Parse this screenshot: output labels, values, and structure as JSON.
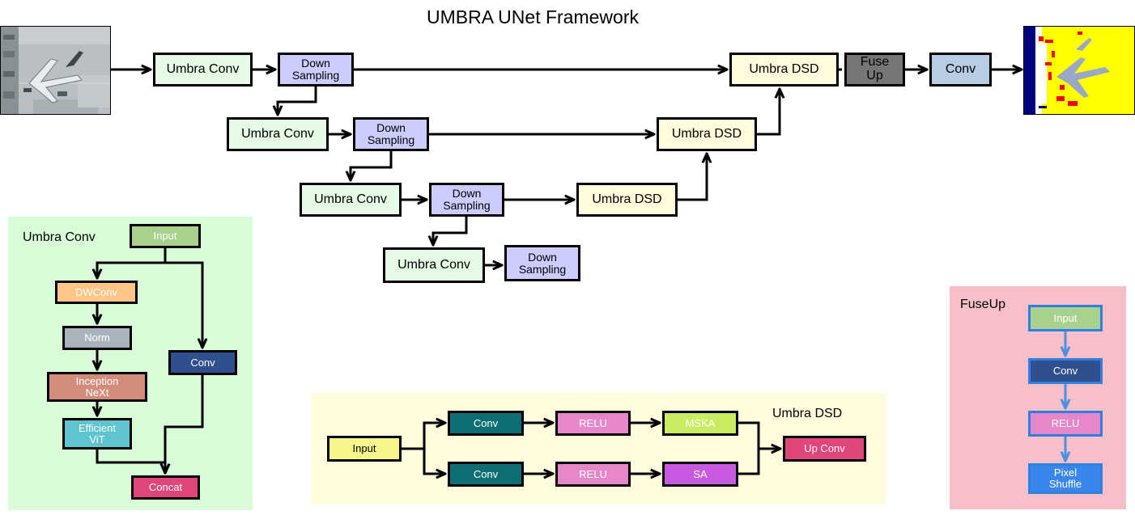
{
  "title": "UMBRA UNet Framework",
  "main": {
    "umbra_conv": "Umbra Conv",
    "down_sampling": "Down\nSampling",
    "umbra_dsd": "Umbra DSD",
    "fuse_up": "Fuse\nUp",
    "conv": "Conv"
  },
  "umbra_conv_panel": {
    "title": "Umbra Conv",
    "input": "Input",
    "dwconv": "DWConv",
    "norm": "Norm",
    "inception": "Inception\nNeXt",
    "efficient": "Efficient\nViT",
    "conv": "Conv",
    "concat": "Concat"
  },
  "dsd_panel": {
    "title": "Umbra DSD",
    "input": "Input",
    "conv": "Conv",
    "relu": "RELU",
    "mska": "MSKA",
    "sa": "SA",
    "up_conv": "Up Conv"
  },
  "fuseup_panel": {
    "title": "FuseUp",
    "input": "Input",
    "conv": "Conv",
    "relu": "RELU",
    "pixel_shuffle": "Pixel\nShuffle"
  },
  "colors": {
    "umbra_conv": "#e6fbe6",
    "down_sampling": "#ccccff",
    "umbra_dsd": "#fffbdc",
    "fuse_up": "#767676",
    "conv_main": "#b8cce4",
    "panel_green": "#d9fcd9",
    "panel_yellow": "#fffbdc",
    "panel_pink": "#f7c0c8"
  }
}
